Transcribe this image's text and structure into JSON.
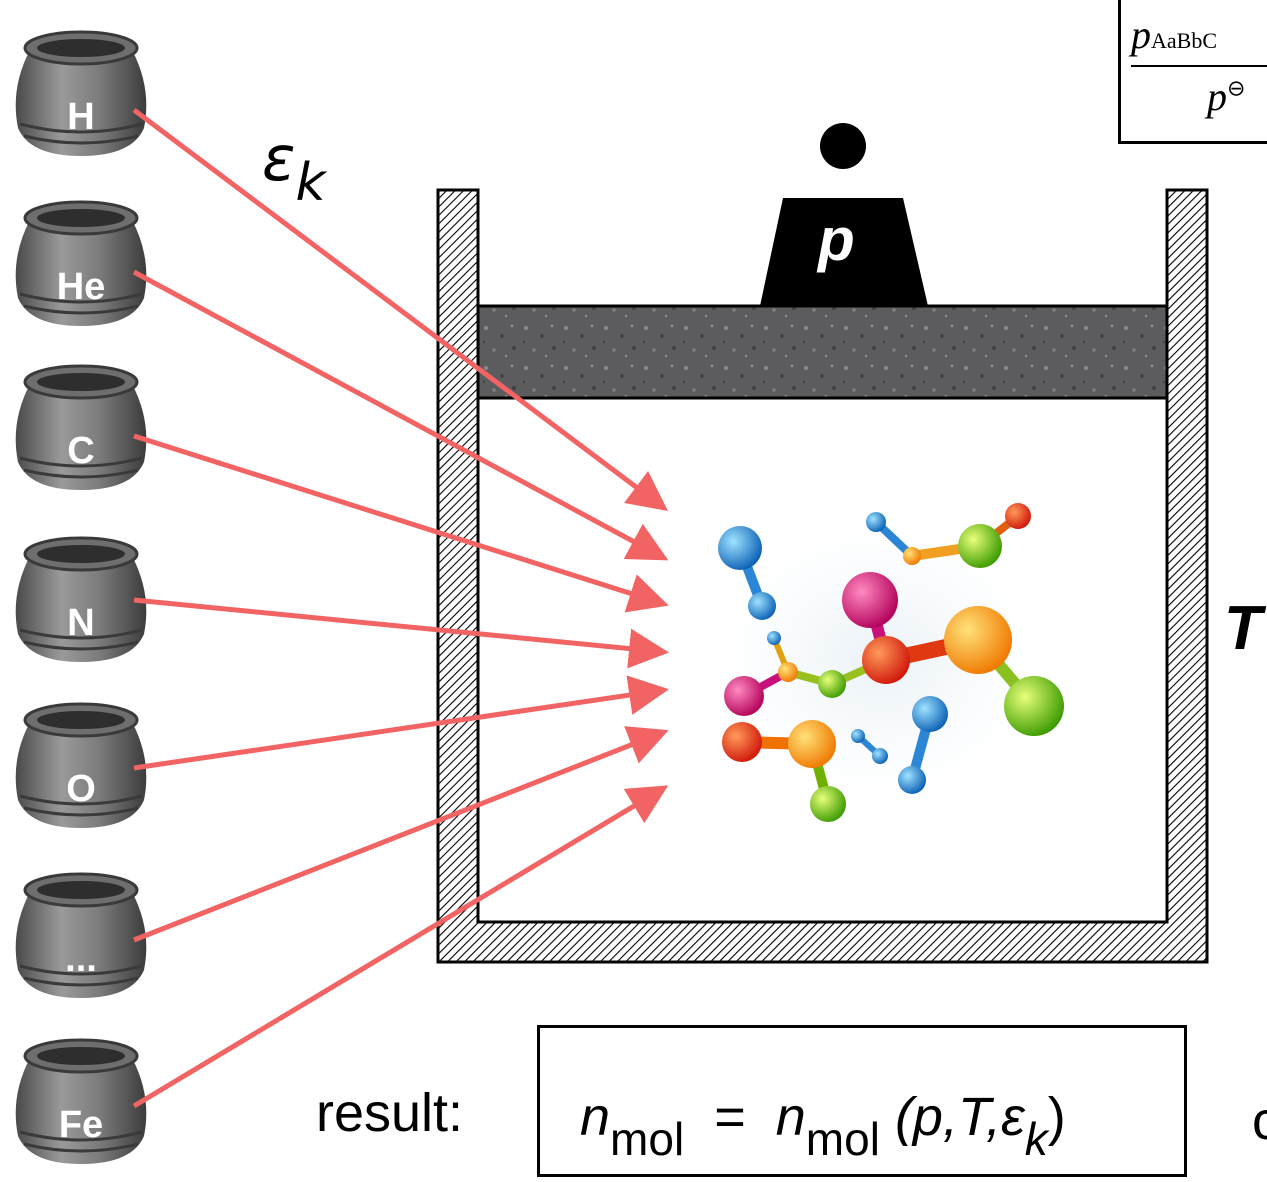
{
  "pots": [
    {
      "label": "H"
    },
    {
      "label": "He"
    },
    {
      "label": "C"
    },
    {
      "label": "N"
    },
    {
      "label": "O"
    },
    {
      "label": "..."
    },
    {
      "label": "Fe"
    }
  ],
  "epsilon_label": {
    "symbol": "ε",
    "subscript": "k"
  },
  "weight_label": "p",
  "temperature_label": "T",
  "formula_box": {
    "numerator": "p",
    "numerator_subscript": "AaBbC",
    "denominator": "p",
    "denominator_superscript": "⊖"
  },
  "result": {
    "label": "result:",
    "lhs": "n",
    "lhs_sub": "mol",
    "equals": "=",
    "rhs": "n",
    "rhs_sub": "mol",
    "args_open": "(p,T,ε",
    "args_sub": "k",
    "args_close": ")"
  },
  "cut_char": "c",
  "colors": {
    "arrow": "#f26464",
    "container": "#000000",
    "piston": "#5c5c5e",
    "weight": "#000000"
  }
}
